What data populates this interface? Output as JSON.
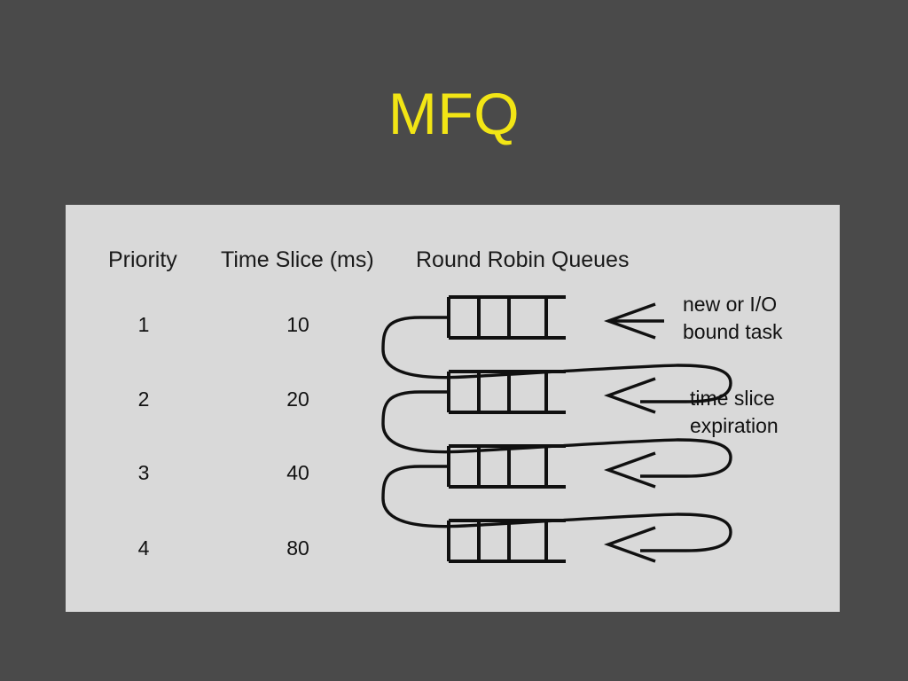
{
  "slide": {
    "title": "MFQ",
    "title_color": "#f2e515",
    "background_color": "#4a4a4a",
    "panel_color": "#d9d9d9"
  },
  "table": {
    "headers": {
      "priority": "Priority",
      "time_slice": "Time Slice (ms)",
      "queues": "Round Robin Queues"
    },
    "rows": [
      {
        "priority": "1",
        "time_slice": "10"
      },
      {
        "priority": "2",
        "time_slice": "20"
      },
      {
        "priority": "3",
        "time_slice": "40"
      },
      {
        "priority": "4",
        "time_slice": "80"
      }
    ]
  },
  "annotations": {
    "new_task_line1": "new or I/O",
    "new_task_line2": "bound task",
    "expiration_line1": "time slice",
    "expiration_line2": "expiration"
  },
  "diagram": {
    "queue_cells_per_row": 3,
    "arrow_count": 4,
    "line_color": "#101010"
  }
}
